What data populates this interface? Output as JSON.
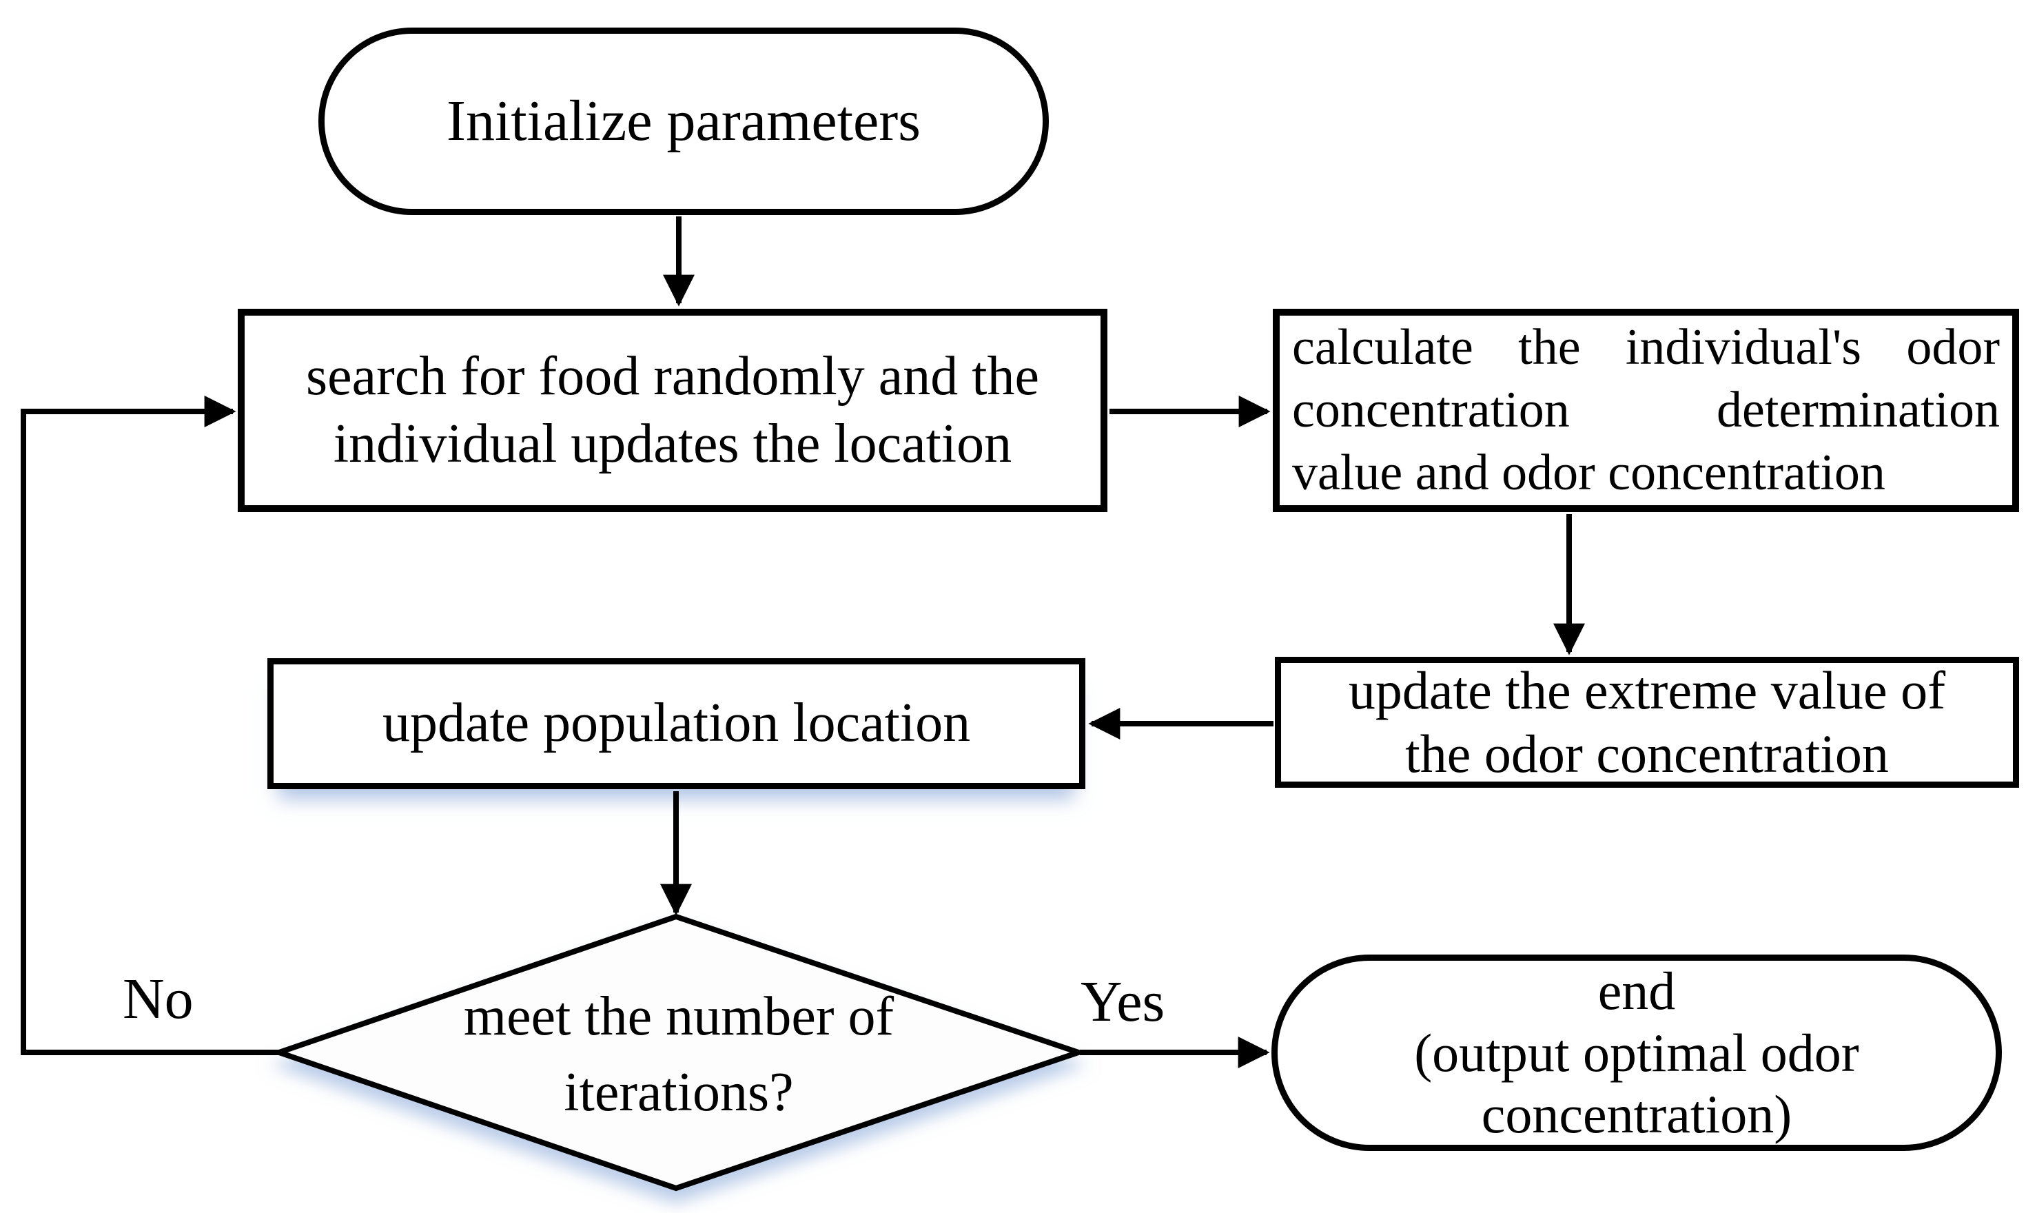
{
  "flowchart": {
    "nodes": {
      "start": {
        "lines": [
          "Initialize parameters"
        ]
      },
      "search": {
        "lines": [
          "search for food randomly and the",
          "individual updates the location"
        ]
      },
      "calculate": {
        "lines": [
          "calculate the individual's odor",
          "concentration determination",
          "value and odor concentration"
        ]
      },
      "update_extreme": {
        "lines": [
          "update the extreme value of",
          "the odor concentration"
        ]
      },
      "update_population": {
        "lines": [
          "update population location"
        ]
      },
      "decision": {
        "lines": [
          "meet the number of",
          "iterations?"
        ]
      },
      "end": {
        "lines": [
          "end",
          "(output optimal odor",
          "concentration)"
        ]
      }
    },
    "edge_labels": {
      "no": "No",
      "yes": "Yes"
    },
    "colors": {
      "stroke": "#000000",
      "node_fill": "#ffffff",
      "shadow_blue": "#b8cbe9",
      "background": "#ffffff"
    }
  }
}
